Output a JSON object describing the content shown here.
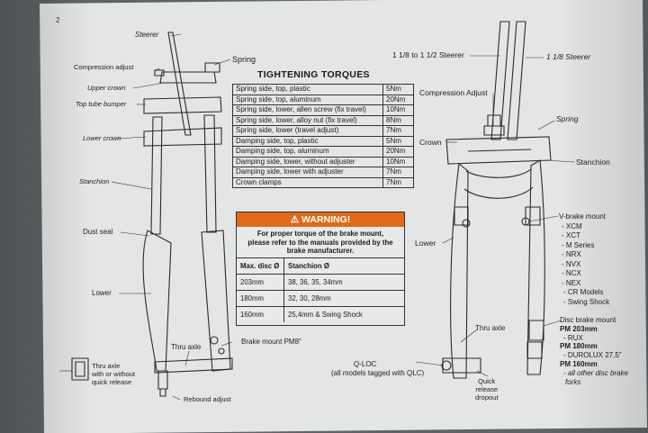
{
  "page_number": "2",
  "torque_table": {
    "title": "TIGHTENING TORQUES",
    "rows": [
      {
        "name": "Spring side, top, plastic",
        "value": "5Nm"
      },
      {
        "name": "Spring side, top, aluminum",
        "value": "20Nm"
      },
      {
        "name": "Spring side, lower, allen screw (fix travel)",
        "value": "10Nm"
      },
      {
        "name": "Spring side, lower, alloy nut (fix travel)",
        "value": "8Nm"
      },
      {
        "name": "Spring side, lower (travel adjust)",
        "value": "7Nm"
      },
      {
        "name": "Damping side, top, plastic",
        "value": "5Nm"
      },
      {
        "name": "Damping side, top, aluminum",
        "value": "20Nm"
      },
      {
        "name": "Damping side, lower, without adjuster",
        "value": "10Nm"
      },
      {
        "name": "Damping side, lower with adjuster",
        "value": "7Nm"
      },
      {
        "name": "Crown clamps",
        "value": "7Nm"
      }
    ]
  },
  "warning": {
    "header": "⚠ WARNING!",
    "text": [
      "For proper torque of the brake mount,",
      "please refer to the manuals provided by the",
      "brake manufacturer."
    ],
    "columns": [
      "Max. disc Ø",
      "Stanchion Ø"
    ],
    "rows": [
      {
        "disc": "203mm",
        "stanchion": "38, 36, 35, 34mm"
      },
      {
        "disc": "180mm",
        "stanchion": "32, 30, 28mm"
      },
      {
        "disc": "160mm",
        "stanchion": "25,4mm & Swing Shock"
      }
    ]
  },
  "left_diagram": {
    "steerer": "Steerer",
    "spring": "Spring",
    "compression_adjust": "Compression adjust",
    "upper_crown": "Upper crown",
    "top_tube_bumper": "Top tube bumper",
    "lower_crown": "Lower crown",
    "stanchion": "Stanchion",
    "dust_seal": "Dust seal",
    "lower": "Lower",
    "thru_axle": "Thru axle",
    "brake_mount": "Brake mount PM8\"",
    "rebound_adjust": "Rebound adjust",
    "thru_axle_option": [
      "Thru axle",
      "with or without",
      "quick release"
    ]
  },
  "right_diagram": {
    "steerer_range": "1 1/8 to 1 1/2 Steerer",
    "steerer_118": "1 1/8 Steerer",
    "compression_adjust": "Compression Adjust",
    "spring": "Spring",
    "crown": "Crown",
    "stanchion": "Stanchion",
    "lower": "Lower",
    "vbrake_title": "V-brake mount",
    "vbrake_models": [
      "- XCM",
      "- XCT",
      "- M Series",
      "- NRX",
      "- NVX",
      "- NCX",
      "- NEX",
      "- CR Models",
      "- Swing Shock"
    ],
    "thru_axle": "Thru axle",
    "qloc": "Q-LOC",
    "qloc_note": "(all models tagged with QLC)",
    "quick_release": [
      "Quick",
      "release",
      "dropout"
    ],
    "disc_title": "Disc brake mount",
    "disc_pm203": "PM 203mm",
    "disc_rux": "- RUX",
    "disc_pm180": "PM 180mm",
    "disc_durolux": "- DUROLUX 27,5\"",
    "disc_pm160": "PM 160mm",
    "disc_other": [
      "- all other disc brake",
      "forks"
    ]
  }
}
